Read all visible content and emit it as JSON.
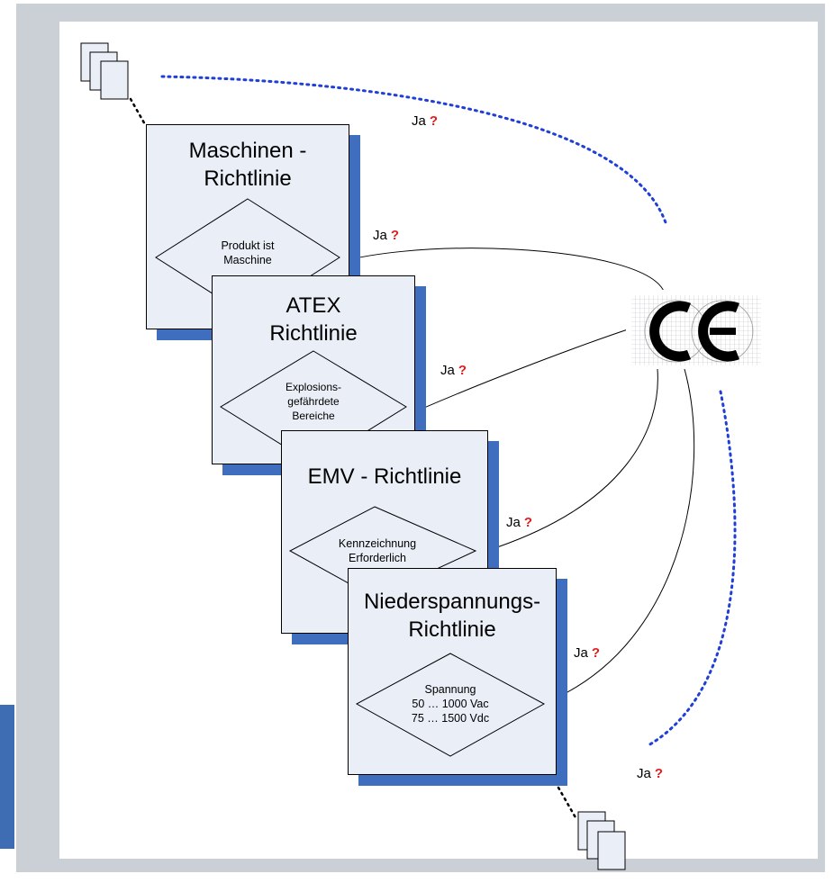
{
  "diagram": {
    "panels": [
      {
        "title": "Maschinen -\nRichtlinie",
        "condition": "Produkt ist\nMaschine"
      },
      {
        "title": "ATEX\nRichtlinie",
        "condition": "Explosions-\ngefährdete\nBereiche"
      },
      {
        "title": "EMV - Richtlinie",
        "condition": "Kennzeichnung\nErforderlich"
      },
      {
        "title": "Niederspannungs-\nRichtlinie",
        "condition": "Spannung\n50 … 1000 Vac\n75 … 1500 Vdc"
      }
    ],
    "answers": [
      {
        "label": "Ja",
        "mark": "?"
      },
      {
        "label": "Ja",
        "mark": "?"
      },
      {
        "label": "Ja",
        "mark": "?"
      },
      {
        "label": "Ja",
        "mark": "?"
      },
      {
        "label": "Ja",
        "mark": "?"
      },
      {
        "label": "Ja",
        "mark": "?"
      }
    ],
    "mark_symbol": "CE",
    "colors": {
      "accent_blue": "#3e6ebd",
      "dotted_line": "#1f3fd6",
      "question": "#e31b1b",
      "panel_fill": "#eaeef7",
      "frame": "#cbcfd6"
    },
    "icons": [
      "document-stack-icon",
      "ce-mark-icon"
    ]
  }
}
